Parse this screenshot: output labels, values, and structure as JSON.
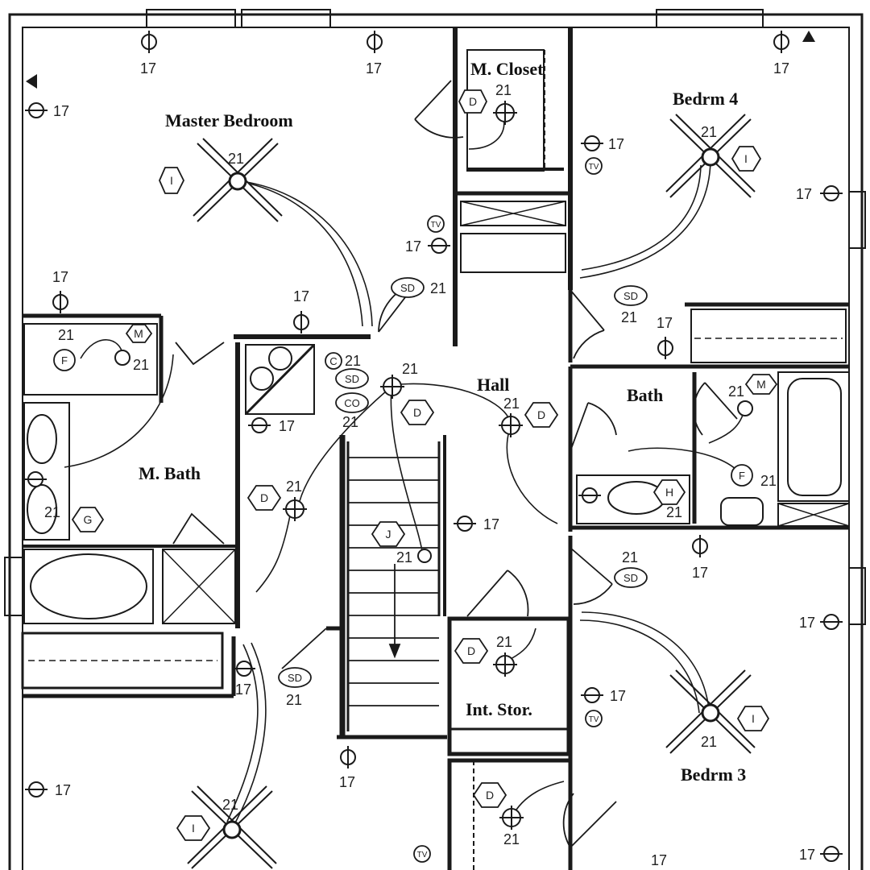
{
  "rooms": {
    "master_bedroom": "Master Bedroom",
    "m_closet": "M. Closet",
    "bedrm_4": "Bedrm 4",
    "hall": "Hall",
    "bath": "Bath",
    "m_bath": "M. Bath",
    "int_stor": "Int. Stor.",
    "bedrm_3": "Bedrm 3"
  },
  "circuit_numbers": {
    "c17": "17",
    "c21": "21"
  },
  "symbol_letters": {
    "D": "D",
    "I": "I",
    "M": "M",
    "F": "F",
    "G": "G",
    "H": "H",
    "J": "J",
    "C": "C",
    "SD": "SD",
    "CO": "CO",
    "TV": "TV"
  },
  "colors": {
    "ink": "#1a1a1a",
    "background": "#ffffff"
  }
}
